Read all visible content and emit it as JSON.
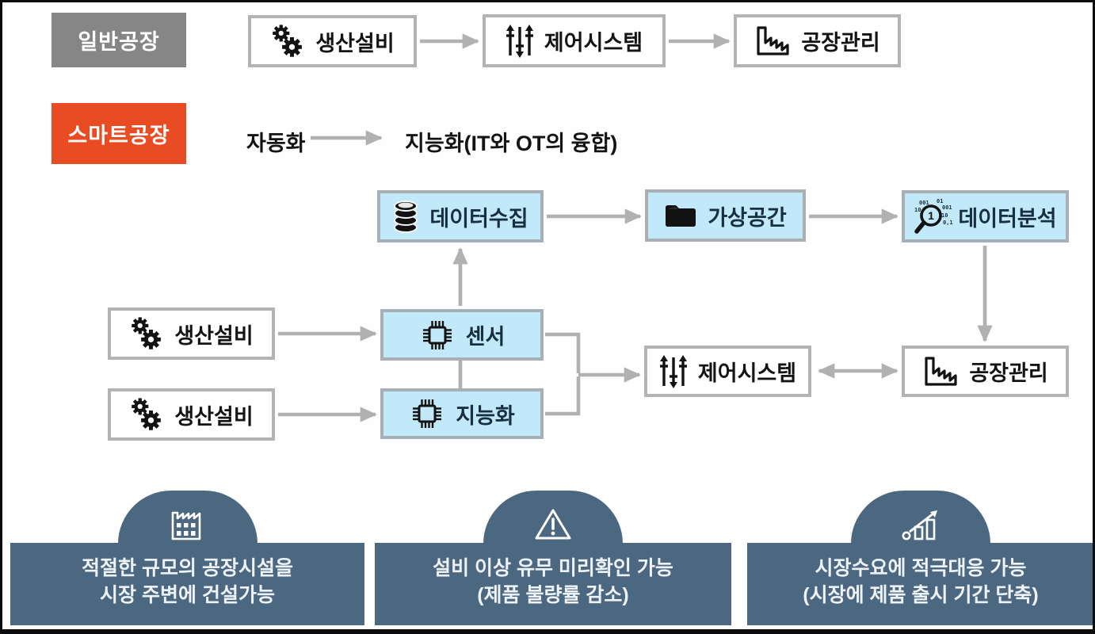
{
  "legend": {
    "general": "일반공장",
    "smart": "스마트공장"
  },
  "general_flow": {
    "production": "생산설비",
    "control": "제어시스템",
    "management": "공장관리"
  },
  "smart_flow": {
    "automation": "자동화",
    "intelligence": "지능화(IT와 OT의 융합)"
  },
  "smart_network": {
    "data_collection": "데이터수집",
    "virtual_space": "가상공간",
    "data_analysis": "데이터분석",
    "production_1": "생산설비",
    "production_2": "생산설비",
    "sensor": "센서",
    "intelligence": "지능화",
    "control": "제어시스템",
    "management": "공장관리"
  },
  "benefits": [
    {
      "line1": "적절한 규모의 공장시설을",
      "line2": "시장 주변에 건설가능"
    },
    {
      "line1": "설비 이상 유무 미리확인 가능",
      "line2": "(제품 불량률 감소)"
    },
    {
      "line1": "시장수요에 적극대응 가능",
      "line2": "(시장에 제품 출시 기간 단축)"
    }
  ],
  "colors": {
    "general_tag_bg": "#868686",
    "smart_tag_bg": "#e94b23",
    "light_blue_bg": "#c2e9f9",
    "banner_bg": "#4c6880",
    "arrow": "#b1b1b1",
    "box_border": "#b3b3b3"
  }
}
